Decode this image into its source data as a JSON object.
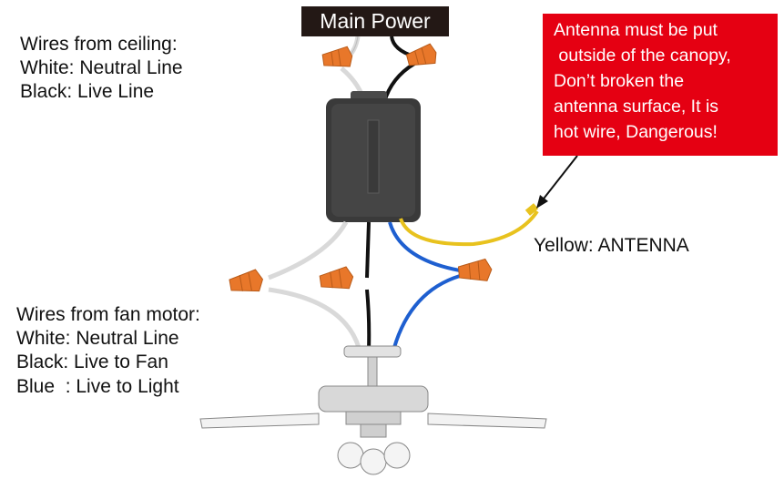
{
  "main_power_label": "Main Power",
  "ceiling_wires": {
    "heading": "Wires from ceiling:",
    "lines": [
      "White: Neutral Line",
      "Black: Live Line"
    ]
  },
  "warning": {
    "lines": [
      "Antenna must be put",
      " outside of the canopy,",
      "Don’t broken the",
      "antenna surface, It is",
      "hot wire, Dangerous!"
    ]
  },
  "antenna_label": "Yellow: ANTENNA",
  "motor_wires": {
    "heading": "Wires from fan motor:",
    "lines": [
      "White: Neutral Line",
      "Black: Live to Fan",
      "Blue  : Live to Light"
    ]
  },
  "colors": {
    "warning_bg": "#e50012",
    "label_bg": "#231815",
    "wire_black": "#111111",
    "wire_white": "#d9d9d9",
    "wire_blue": "#1e5fd0",
    "wire_yellow": "#e8c21e",
    "connector_orange": "#e8772a",
    "receiver_body": "#3a3a3a"
  }
}
